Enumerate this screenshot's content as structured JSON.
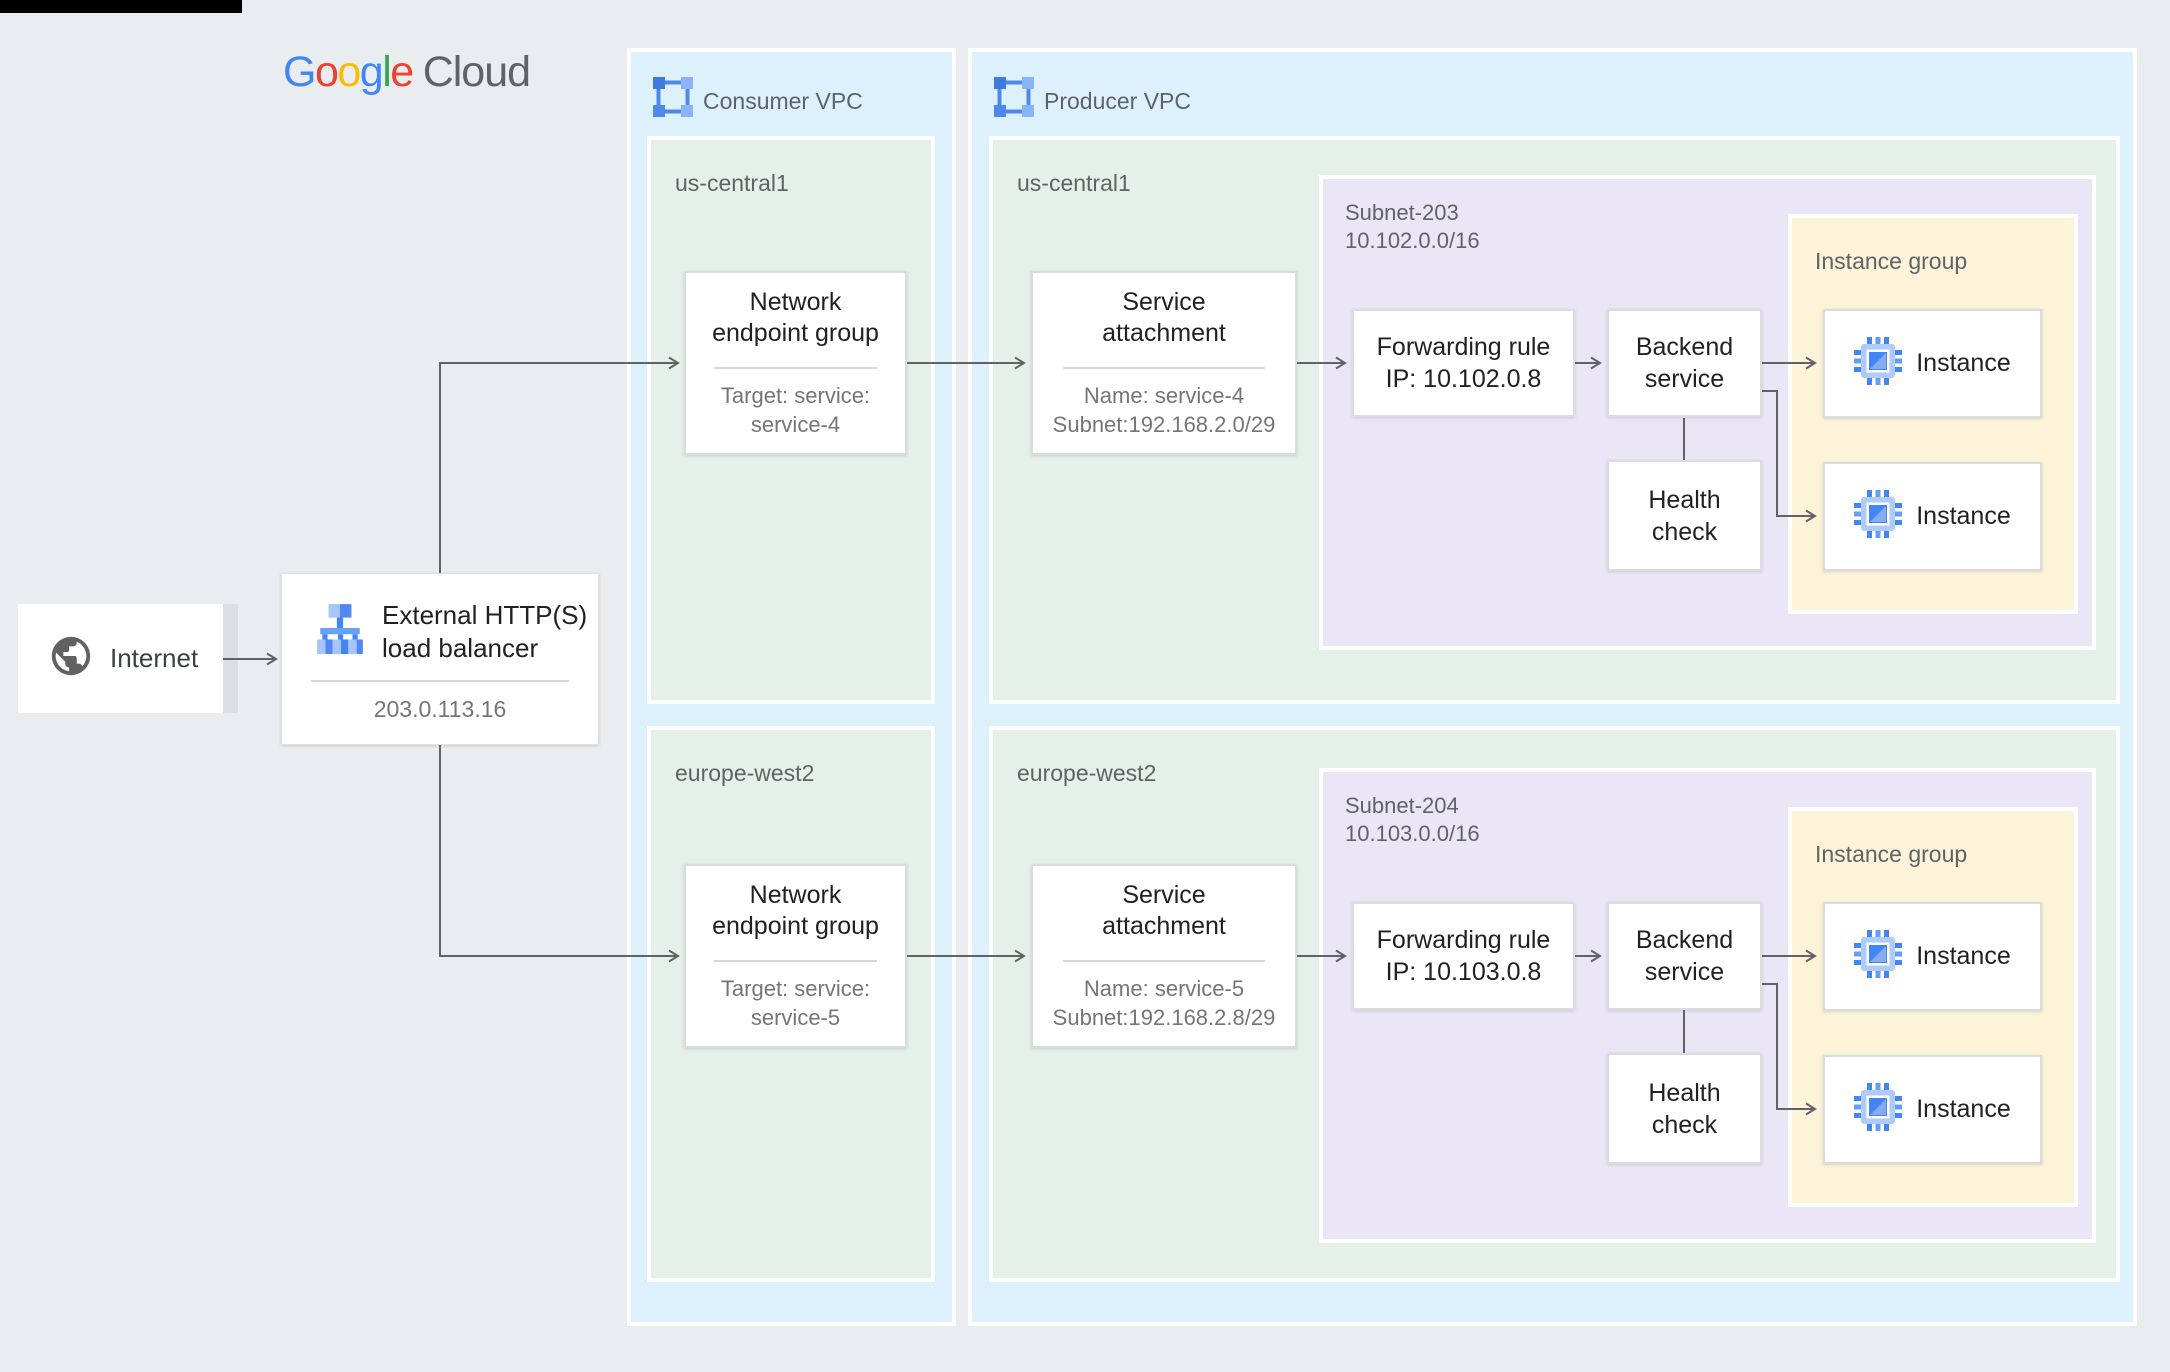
{
  "logo": {
    "letters": [
      "G",
      "o",
      "o",
      "g",
      "l",
      "e"
    ],
    "suffix": "Cloud"
  },
  "internet": {
    "label": "Internet"
  },
  "load_balancer": {
    "title_line1": "External HTTP(S)",
    "title_line2": "load balancer",
    "ip": "203.0.113.16"
  },
  "consumer_vpc": {
    "label": "Consumer VPC",
    "regions": [
      {
        "name": "us-central1",
        "neg": {
          "title_line1": "Network",
          "title_line2": "endpoint group",
          "sub_line1": "Target: service:",
          "sub_line2": "service-4"
        }
      },
      {
        "name": "europe-west2",
        "neg": {
          "title_line1": "Network",
          "title_line2": "endpoint group",
          "sub_line1": "Target: service:",
          "sub_line2": "service-5"
        }
      }
    ]
  },
  "producer_vpc": {
    "label": "Producer VPC",
    "regions": [
      {
        "name": "us-central1",
        "service_attachment": {
          "title_line1": "Service",
          "title_line2": "attachment",
          "sub_line1": "Name: service-4",
          "sub_line2": "Subnet:192.168.2.0/29"
        },
        "subnet": {
          "name": "Subnet-203",
          "cidr": "10.102.0.0/16",
          "forwarding_rule": {
            "line1": "Forwarding rule",
            "line2": "IP: 10.102.0.8"
          },
          "backend_service": {
            "line1": "Backend",
            "line2": "service"
          },
          "health_check": {
            "line1": "Health",
            "line2": "check"
          }
        },
        "instance_group": {
          "label": "Instance group",
          "instances": [
            "Instance",
            "Instance"
          ]
        }
      },
      {
        "name": "europe-west2",
        "service_attachment": {
          "title_line1": "Service",
          "title_line2": "attachment",
          "sub_line1": "Name: service-5",
          "sub_line2": "Subnet:192.168.2.8/29"
        },
        "subnet": {
          "name": "Subnet-204",
          "cidr": "10.103.0.0/16",
          "forwarding_rule": {
            "line1": "Forwarding rule",
            "line2": "IP: 10.103.0.8"
          },
          "backend_service": {
            "line1": "Backend",
            "line2": "service"
          },
          "health_check": {
            "line1": "Health",
            "line2": "check"
          }
        },
        "instance_group": {
          "label": "Instance group",
          "instances": [
            "Instance",
            "Instance"
          ]
        }
      }
    ]
  },
  "colors": {
    "page_bg": "#e9edf0",
    "vpc_fill": "#ddf1fc",
    "region_fill": "#e4f0e8",
    "subnet_fill": "#ebe6f6",
    "instance_group_fill": "#fcf3d8",
    "connector": "#5f6368",
    "title_text": "#202124",
    "muted_text": "#757575",
    "label_text": "#5f6368",
    "google_blue": "#4285F4",
    "google_red": "#EA4335",
    "google_yellow": "#FBBC05",
    "google_green": "#34A853"
  }
}
